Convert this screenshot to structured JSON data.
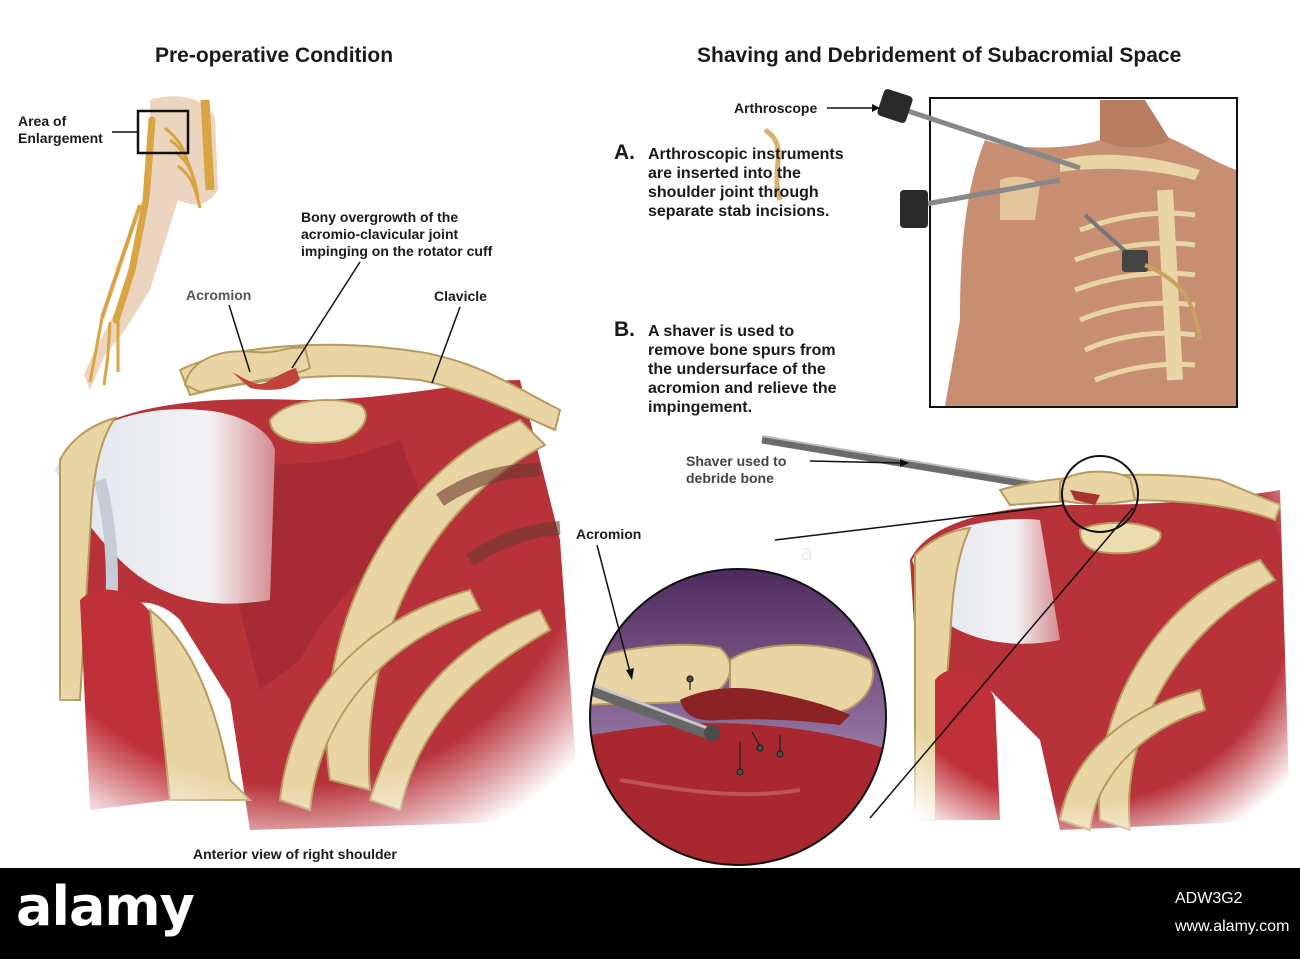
{
  "left_panel": {
    "title": "Pre-operative Condition",
    "area_label": "Area of\nEnlargement",
    "bony_label": "Bony overgrowth of the\nacromio-clavicular joint\nimpinging on the rotator cuff",
    "acromion_label": "Acromion",
    "clavicle_label": "Clavicle",
    "caption": "Anterior view of right shoulder"
  },
  "right_panel": {
    "title": "Shaving and Debridement of Subacromial Space",
    "arthroscope_label": "Arthroscope",
    "step_a_letter": "A.",
    "step_a_text": "Arthroscopic instruments\nare inserted into the\nshoulder joint through\nseparate stab incisions.",
    "step_b_letter": "B.",
    "step_b_text": "A shaver is used to\nremove bone spurs from\nthe undersurface of the\nacromion and relieve the\nimpingement.",
    "shaver_label": "Shaver used to\ndebride bone",
    "acromion_label": "Acromion"
  },
  "footer": {
    "brand": "alamy",
    "image_code": "ADW3G2",
    "site": "www.alamy.com"
  },
  "colors": {
    "muscle": "#b8323a",
    "muscle_dark": "#8c1f28",
    "bone": "#e9d4a3",
    "bone_edge": "#b89a5e",
    "skin": "#d9a98a",
    "purple_bg": "#6a3f7c",
    "footer_bg": "#000000"
  }
}
